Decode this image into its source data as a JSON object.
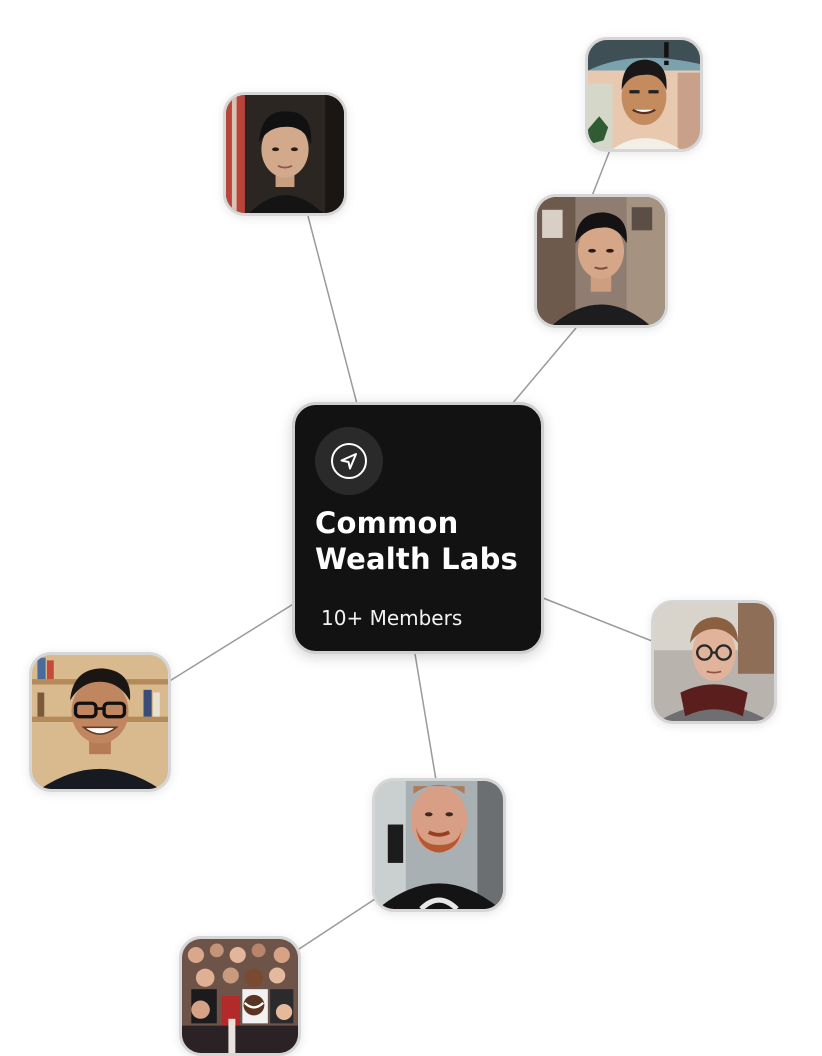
{
  "organization": {
    "name_line1": "Common",
    "name_line2": "Wealth Labs",
    "members_label": "10+ Members",
    "icon": "navigation-arrow-icon",
    "card_color": "#121212",
    "icon_circle_color": "#2a2a2a"
  },
  "members": [
    {
      "name": "member-avatar-1"
    },
    {
      "name": "member-avatar-2"
    },
    {
      "name": "member-avatar-3"
    },
    {
      "name": "member-avatar-4"
    },
    {
      "name": "member-avatar-5"
    },
    {
      "name": "member-avatar-6"
    },
    {
      "name": "member-avatar-7"
    }
  ],
  "connector_color": "#9a9a9a"
}
